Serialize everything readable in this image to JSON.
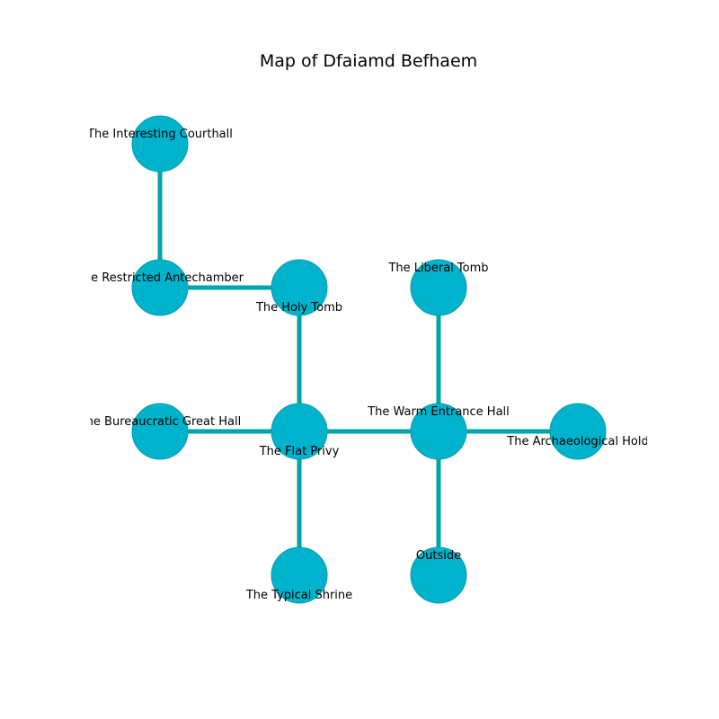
{
  "title": "Map of Dfaiamd Befhaem",
  "colors": {
    "node_fill": "#00b3cc",
    "node_stroke": "#0f9aa8",
    "edge": "#00a5a8"
  },
  "rooms": [
    {
      "id": "courthall",
      "label": "The Interesting Courthall"
    },
    {
      "id": "antechamber",
      "label": "The Restricted Antechamber"
    },
    {
      "id": "holy_tomb",
      "label": "The Holy Tomb"
    },
    {
      "id": "liberal_tomb",
      "label": "The Liberal Tomb"
    },
    {
      "id": "great_hall",
      "label": "The Bureaucratic Great Hall"
    },
    {
      "id": "privy",
      "label": "The Flat Privy"
    },
    {
      "id": "entrance",
      "label": "The Warm Entrance Hall"
    },
    {
      "id": "hold",
      "label": "The Archaeological Hold"
    },
    {
      "id": "shrine",
      "label": "The Typical Shrine"
    },
    {
      "id": "outside",
      "label": "Outside"
    }
  ],
  "connections": [
    [
      "courthall",
      "antechamber"
    ],
    [
      "antechamber",
      "holy_tomb"
    ],
    [
      "holy_tomb",
      "privy"
    ],
    [
      "great_hall",
      "privy"
    ],
    [
      "privy",
      "entrance"
    ],
    [
      "privy",
      "shrine"
    ],
    [
      "liberal_tomb",
      "entrance"
    ],
    [
      "entrance",
      "hold"
    ],
    [
      "entrance",
      "outside"
    ]
  ]
}
